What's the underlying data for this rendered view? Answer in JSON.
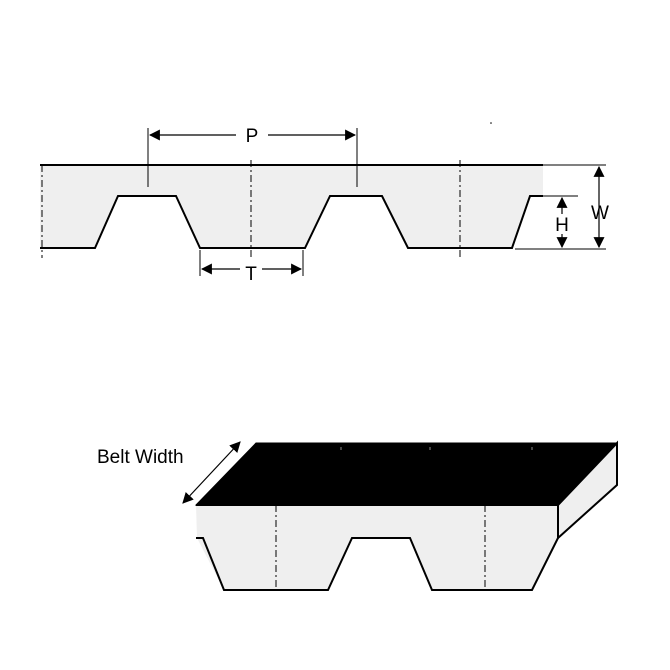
{
  "labels": {
    "pitch": "P",
    "tooth_width": "T",
    "tooth_height": "H",
    "belt_thickness": "W",
    "belt_width": "Belt Width"
  },
  "colors": {
    "belt_fill": "#efefef",
    "belt_top": "#000000",
    "outline": "#000000"
  }
}
